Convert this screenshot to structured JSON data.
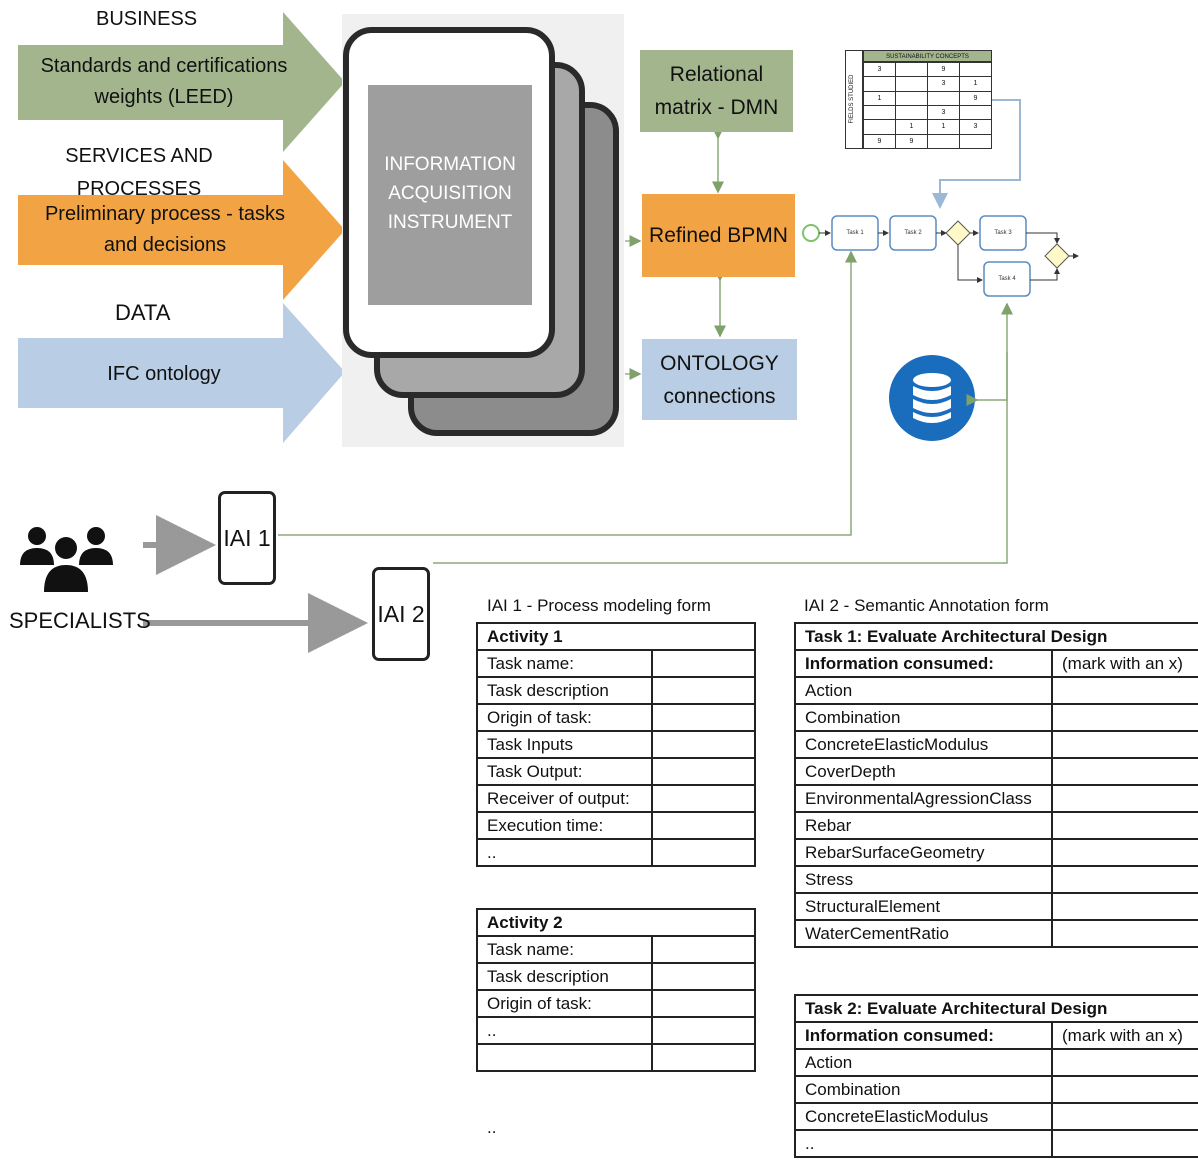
{
  "colors": {
    "green": "#a2b58d",
    "orange": "#f2a444",
    "blue": "#b9cde4",
    "device_screen": "#9e9e9e",
    "connector_green": "#7ea26a",
    "db_blue": "#1a6dbd"
  },
  "left_arrows": {
    "business": {
      "heading": "BUSINESS",
      "text": "Standards and certifications weights (LEED)"
    },
    "services": {
      "heading": "SERVICES AND PROCESSES",
      "text": "Preliminary process - tasks and decisions"
    },
    "data": {
      "heading": "DATA",
      "text": "IFC ontology"
    }
  },
  "device": {
    "text": "INFORMATION ACQUISITION INSTRUMENT"
  },
  "boxes": {
    "relational": "Relational matrix - DMN",
    "bpmn": "Refined BPMN",
    "ontology": "ONTOLOGY connections"
  },
  "matrix": {
    "header": "SUSTAINABILITY CONCEPTS",
    "side_label": "FIELDS STUDIED",
    "rows": [
      [
        "3",
        "",
        "9",
        ""
      ],
      [
        "",
        "",
        "3",
        "1"
      ],
      [
        "1",
        "",
        "",
        "9"
      ],
      [
        "",
        "",
        "3",
        ""
      ],
      [
        "",
        "1",
        "1",
        "3"
      ],
      [
        "9",
        "9",
        "",
        ""
      ]
    ]
  },
  "bpmn_tasks": [
    "Task 1",
    "Task 2",
    "Task 3",
    "Task 4"
  ],
  "specialists": {
    "label": "SPECIALISTS"
  },
  "iai": {
    "iai1": "IAI 1",
    "iai2": "IAI 2"
  },
  "form1": {
    "title": "IAI 1 - Process modeling form",
    "activity1": {
      "header": "Activity 1",
      "rows": [
        "Task name:",
        "Task description",
        "Origin of task:",
        "Task Inputs",
        "Task Output:",
        "Receiver of output:",
        "Execution time:",
        ".."
      ]
    },
    "activity2": {
      "header": "Activity 2",
      "rows": [
        "Task name:",
        "Task description",
        "Origin of task:",
        "..",
        ""
      ]
    },
    "trailing": ".."
  },
  "form2": {
    "title": "IAI 2 - Semantic Annotation form",
    "task1": {
      "header": "Task 1: Evaluate Architectural Design",
      "info_label": "Information consumed:",
      "mark_label": "(mark with an x)",
      "rows": [
        "Action",
        "Combination",
        "ConcreteElasticModulus",
        "CoverDepth",
        "EnvironmentalAgressionClass",
        "Rebar",
        "RebarSurfaceGeometry",
        "Stress",
        "StructuralElement",
        "WaterCementRatio"
      ]
    },
    "task2": {
      "header": "Task 2: Evaluate Architectural Design",
      "info_label": "Information consumed:",
      "mark_label": "(mark with an x)",
      "rows": [
        "Action",
        "Combination",
        "ConcreteElasticModulus",
        ".."
      ]
    }
  }
}
